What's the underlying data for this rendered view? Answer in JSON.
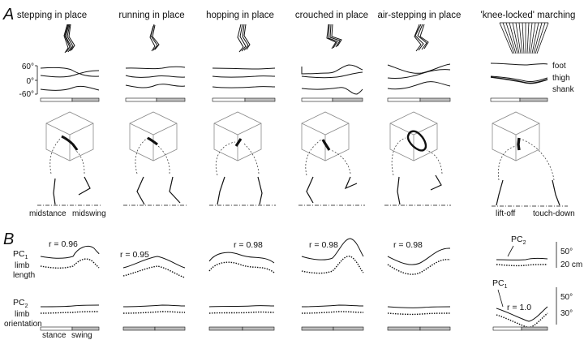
{
  "panels": {
    "a": "A",
    "b": "B"
  },
  "conditions": [
    {
      "title": "stepping in place"
    },
    {
      "title": "running in place"
    },
    {
      "title": "hopping in place"
    },
    {
      "title": "crouched in place"
    },
    {
      "title": "air-stepping in place"
    },
    {
      "title": "'knee-locked' marching"
    }
  ],
  "angle_axis": {
    "ticks": [
      "60°",
      "0°",
      "-60°"
    ]
  },
  "segment_labels": [
    "foot",
    "thigh",
    "shank"
  ],
  "phase_labels_col1": {
    "left": "midstance",
    "right": "midswing"
  },
  "phase_labels_col6": {
    "left": "lift-off",
    "right": "touch-down"
  },
  "pc_labels": {
    "pc1_main": "PC",
    "pc1_sub": "1",
    "pc1_desc": "limb length",
    "pc2_main": "PC",
    "pc2_sub": "2",
    "pc2_desc": "limb orientation"
  },
  "correlations": [
    "r = 0.96",
    "r = 0.95",
    "r = 0.98",
    "r = 0.98",
    "r = 0.98",
    "r = 1.0"
  ],
  "col6_pc_labels": {
    "top_main": "PC",
    "top_sub": "2",
    "bottom_main": "PC",
    "bottom_sub": "1"
  },
  "scale_bars": {
    "top_angle": "50°",
    "top_length": "20 cm",
    "bottom_angle": "50°",
    "bottom_length": "30°"
  },
  "cycle_labels": {
    "stance": "stance",
    "swing": "swing"
  },
  "colors": {
    "ink": "#111111",
    "grid": "#8a8a8a",
    "bar_fill": "#bdbdbd"
  }
}
